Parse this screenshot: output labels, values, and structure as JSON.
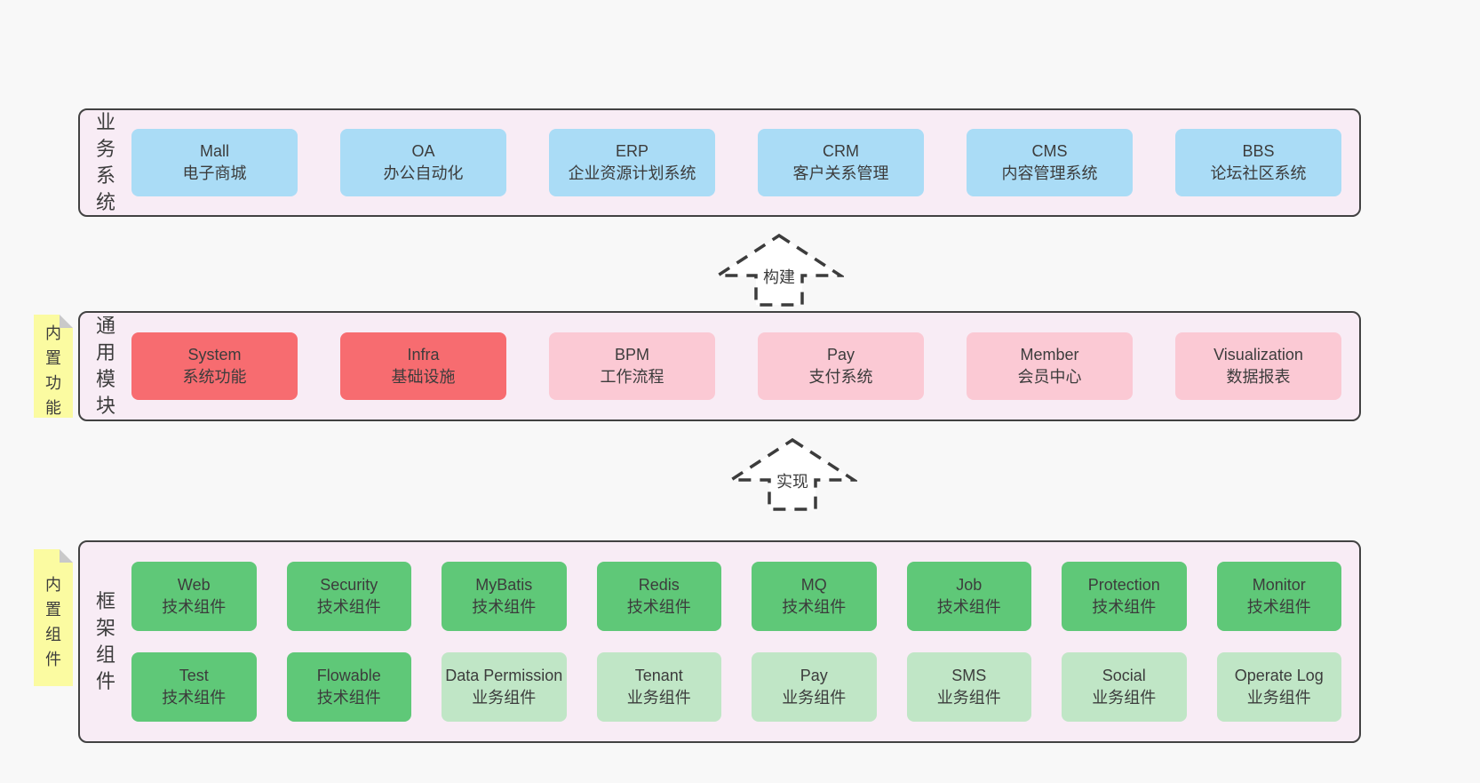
{
  "diagram": {
    "arrows": [
      {
        "label": "构建"
      },
      {
        "label": "实现"
      }
    ],
    "layers": {
      "business": {
        "label": "业务系统",
        "boxes": [
          {
            "title": "Mall",
            "subtitle": "电子商城"
          },
          {
            "title": "OA",
            "subtitle": "办公自动化"
          },
          {
            "title": "ERP",
            "subtitle": "企业资源计划系统"
          },
          {
            "title": "CRM",
            "subtitle": "客户关系管理"
          },
          {
            "title": "CMS",
            "subtitle": "内容管理系统"
          },
          {
            "title": "BBS",
            "subtitle": "论坛社区系统"
          }
        ]
      },
      "modules": {
        "label": "通用模块",
        "note": "内置功能",
        "boxes": [
          {
            "title": "System",
            "subtitle": "系统功能",
            "variant": "red"
          },
          {
            "title": "Infra",
            "subtitle": "基础设施",
            "variant": "red"
          },
          {
            "title": "BPM",
            "subtitle": "工作流程",
            "variant": "pink"
          },
          {
            "title": "Pay",
            "subtitle": "支付系统",
            "variant": "pink"
          },
          {
            "title": "Member",
            "subtitle": "会员中心",
            "variant": "pink"
          },
          {
            "title": "Visualization",
            "subtitle": "数据报表",
            "variant": "pink"
          }
        ]
      },
      "components": {
        "label": "框架组件",
        "note": "内置组件",
        "row1": [
          {
            "title": "Web",
            "subtitle": "技术组件",
            "variant": "green"
          },
          {
            "title": "Security",
            "subtitle": "技术组件",
            "variant": "green"
          },
          {
            "title": "MyBatis",
            "subtitle": "技术组件",
            "variant": "green"
          },
          {
            "title": "Redis",
            "subtitle": "技术组件",
            "variant": "green"
          },
          {
            "title": "MQ",
            "subtitle": "技术组件",
            "variant": "green"
          },
          {
            "title": "Job",
            "subtitle": "技术组件",
            "variant": "green"
          },
          {
            "title": "Protection",
            "subtitle": "技术组件",
            "variant": "green"
          },
          {
            "title": "Monitor",
            "subtitle": "技术组件",
            "variant": "green"
          }
        ],
        "row2": [
          {
            "title": "Test",
            "subtitle": "技术组件",
            "variant": "green"
          },
          {
            "title": "Flowable",
            "subtitle": "技术组件",
            "variant": "green"
          },
          {
            "title": "Data Permission",
            "subtitle": "业务组件",
            "variant": "lightgreen"
          },
          {
            "title": "Tenant",
            "subtitle": "业务组件",
            "variant": "lightgreen"
          },
          {
            "title": "Pay",
            "subtitle": "业务组件",
            "variant": "lightgreen"
          },
          {
            "title": "SMS",
            "subtitle": "业务组件",
            "variant": "lightgreen"
          },
          {
            "title": "Social",
            "subtitle": "业务组件",
            "variant": "lightgreen"
          },
          {
            "title": "Operate Log",
            "subtitle": "业务组件",
            "variant": "lightgreen"
          }
        ]
      }
    },
    "colors": {
      "page_bg": "#f8f8f8",
      "layer_bg": "#f8ecf5",
      "layer_border": "#424242",
      "blue": "#aadcf6",
      "red": "#f76c70",
      "pink": "#fbc9d4",
      "green": "#5fc878",
      "green_light": "#c0e6c6",
      "note_yellow": "#fbfba1",
      "note_fold": "#c9c9c9",
      "text": "#3c3c3c"
    }
  }
}
